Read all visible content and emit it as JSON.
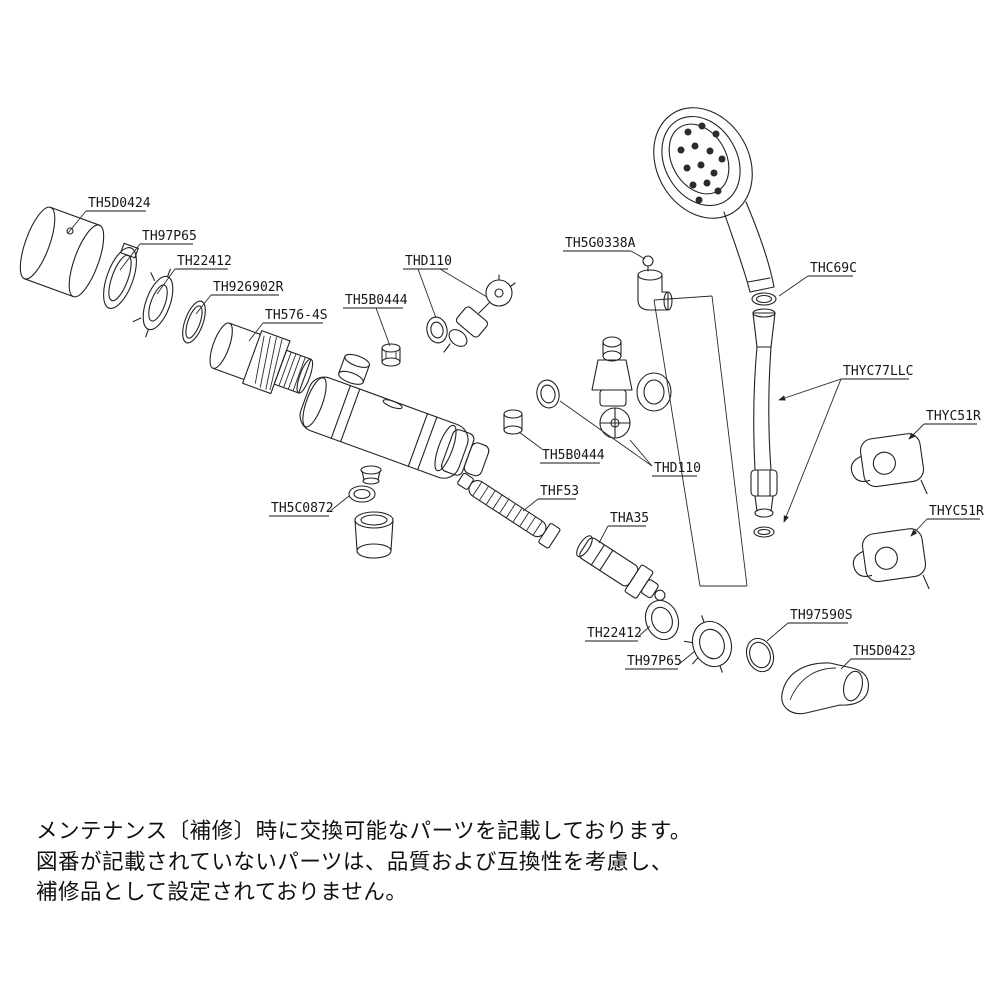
{
  "colors": {
    "ink": "#222222",
    "background": "#ffffff"
  },
  "diagram": {
    "parts": [
      {
        "text": "TH5D0424"
      },
      {
        "text": "TH97P65"
      },
      {
        "text": "TH22412"
      },
      {
        "text": "TH926902R"
      },
      {
        "text": "TH576-4S"
      },
      {
        "text": "TH5B0444"
      },
      {
        "text": "THD110"
      },
      {
        "text": "TH5G0338A"
      },
      {
        "text": "THC69C"
      },
      {
        "text": "THYC77LLC"
      },
      {
        "text": "THYC51R"
      },
      {
        "text": "THYC51R"
      },
      {
        "text": "TH5B0444"
      },
      {
        "text": "THD110"
      },
      {
        "text": "THF53"
      },
      {
        "text": "THA35"
      },
      {
        "text": "TH5C0872"
      },
      {
        "text": "TH22412"
      },
      {
        "text": "TH97P65"
      },
      {
        "text": "TH97590S"
      },
      {
        "text": "TH5D0423"
      }
    ]
  },
  "footer": {
    "lines": [
      "メンテナンス〔補修〕時に交換可能なパーツを記載しております。",
      "図番が記載されていないパーツは、品質および互換性を考慮し、",
      "補修品として設定されておりません。"
    ]
  }
}
